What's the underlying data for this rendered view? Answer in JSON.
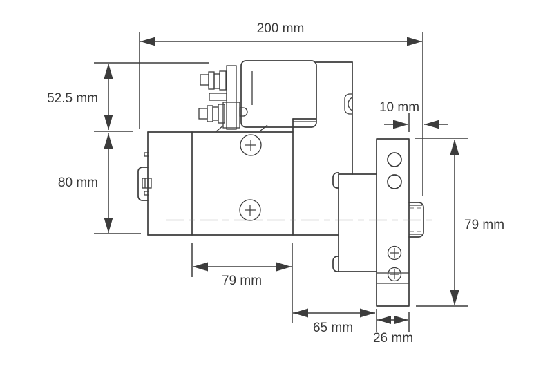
{
  "diagram": {
    "units": "mm",
    "dims": {
      "overall_length": {
        "label": "200 mm",
        "value": 200
      },
      "solenoid_height": {
        "label": "52.5 mm",
        "value": 52.5
      },
      "body_height": {
        "label": "80 mm",
        "value": 80
      },
      "shaft_protrusion": {
        "label": "10 mm",
        "value": 10
      },
      "flange_height": {
        "label": "79 mm",
        "value": 79
      },
      "body_section_length": {
        "label": "79 mm",
        "value": 79
      },
      "drive_section_length": {
        "label": "65 mm",
        "value": 65
      },
      "flange_thickness": {
        "label": "26 mm",
        "value": 26
      }
    }
  },
  "colors": {
    "line": "#3c3c3c",
    "centerline": "#8d8d8d",
    "text": "#383838",
    "background": "#ffffff"
  }
}
